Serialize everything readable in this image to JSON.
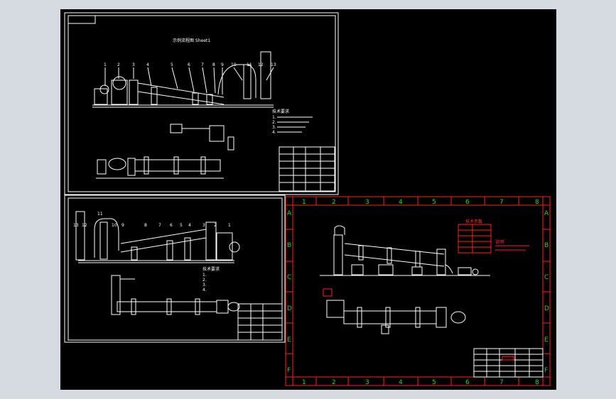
{
  "sheet1": {
    "title": "示例流程图 Sheet1",
    "part_numbers": [
      "1",
      "2",
      "3",
      "4",
      "5",
      "6",
      "7",
      "8",
      "9",
      "10",
      "11",
      "12",
      "13"
    ],
    "notes_title": "技术要求",
    "notes": [
      "1.",
      "2.",
      "3.",
      "4."
    ]
  },
  "sheet2": {
    "part_numbers": [
      "13",
      "12",
      "11",
      "10",
      "9",
      "8",
      "7",
      "6",
      "5",
      "4",
      "3",
      "2",
      "1"
    ],
    "notes_title": "技术要求",
    "notes": [
      "1.",
      "2.",
      "3.",
      "4."
    ]
  },
  "sheet3": {
    "col_labels": [
      "1",
      "2",
      "3",
      "4",
      "5",
      "6",
      "7",
      "8"
    ],
    "row_labels": [
      "A",
      "B",
      "C",
      "D",
      "E",
      "F"
    ],
    "spec_table_title": "技术参数",
    "red_note": "说明"
  },
  "colors": {
    "background": "#000000",
    "frame": "#ffffff",
    "border_red": "#ff2020",
    "grid_label": "#2bd12b"
  }
}
